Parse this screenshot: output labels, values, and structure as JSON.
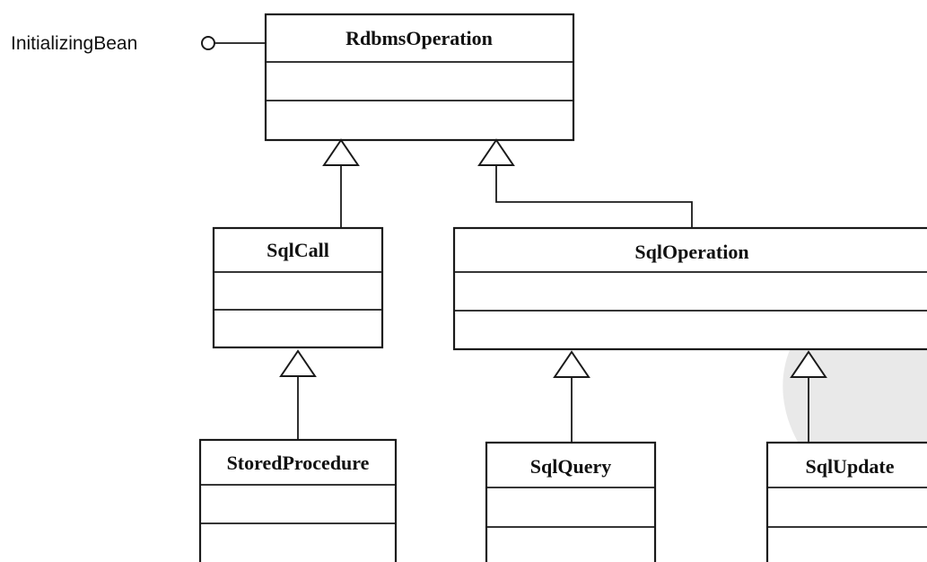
{
  "interface": {
    "name": "InitializingBean"
  },
  "classes": {
    "rdbms_operation": "RdbmsOperation",
    "sql_call": "SqlCall",
    "sql_operation": "SqlOperation",
    "stored_procedure": "StoredProcedure",
    "sql_query": "SqlQuery",
    "sql_update": "SqlUpdate"
  }
}
